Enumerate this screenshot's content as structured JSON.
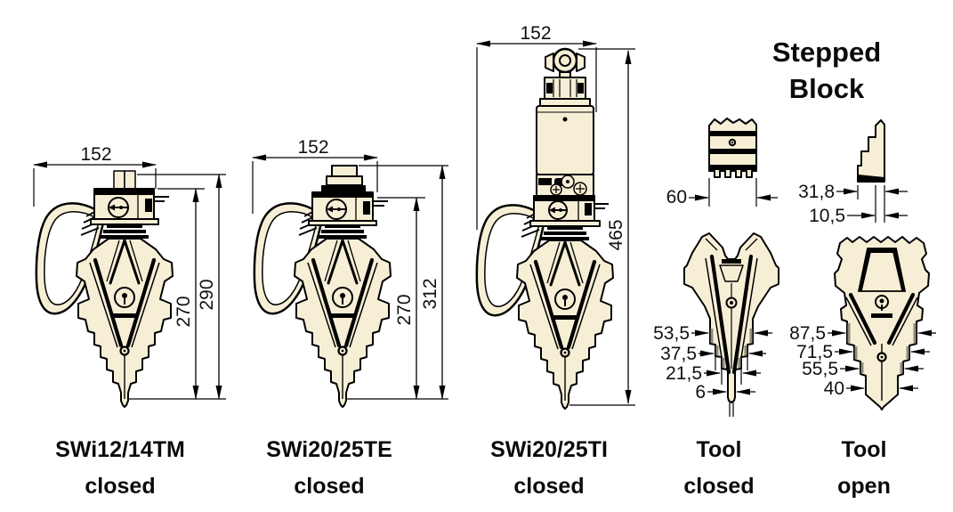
{
  "title": {
    "line1": "Stepped",
    "line2": "Block"
  },
  "figures": [
    {
      "label1": "SWi12/14TM",
      "label2": "closed",
      "dim_width": "152",
      "dim_inner": "270",
      "dim_outer": "290"
    },
    {
      "label1": "SWi20/25TE",
      "label2": "closed",
      "dim_width": "152",
      "dim_inner": "270",
      "dim_outer": "312"
    },
    {
      "label1": "SWi20/25TI",
      "label2": "closed",
      "dim_width": "152",
      "dim_height": "465"
    },
    {
      "label1": "Tool",
      "label2": "closed",
      "dims": [
        "53,5",
        "37,5",
        "21,5",
        "6"
      ]
    },
    {
      "label1": "Tool",
      "label2": "open",
      "dims": [
        "87,5",
        "71,5",
        "55,5",
        "40"
      ]
    }
  ],
  "stepped_block": {
    "dim_width": "60",
    "dim_depth": "31,8",
    "dim_step": "10,5"
  },
  "colors": {
    "body_fill": "#f6efd6",
    "line_color": "#000000"
  }
}
